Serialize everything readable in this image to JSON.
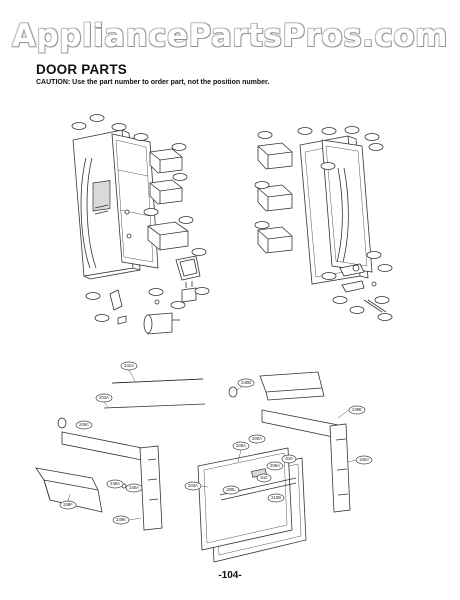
{
  "watermark": "AppliancePartsPros.com",
  "title": "DOOR PARTS",
  "caution": "CAUTION: Use the part number to order part, not the position number.",
  "page_number": "-104-",
  "callouts": [
    "241A",
    "203A",
    "200A",
    "206A",
    "203A",
    "200L",
    "206A",
    "610",
    "610",
    "210B",
    "249J",
    "249E",
    "249F",
    "249K",
    "249C",
    "240B",
    "248A",
    "240A"
  ]
}
